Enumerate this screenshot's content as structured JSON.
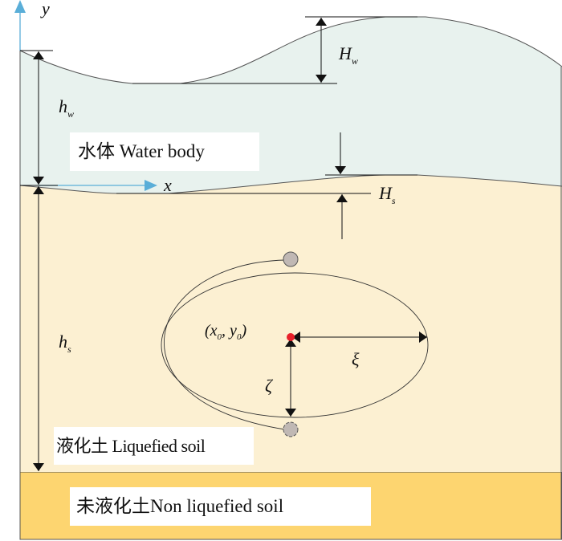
{
  "labels": {
    "water_body": "水体 Water body",
    "liquefied_soil": "液化土 Liquefied soil",
    "non_liquefied_soil": "未液化土Non liquefied soil"
  },
  "symbols": {
    "y_axis": "y",
    "x_axis": "x",
    "H_w": "H",
    "H_w_sub": "w",
    "h_w": "h",
    "h_w_sub": "w",
    "H_s": "H",
    "H_s_sub": "s",
    "h_s": "h",
    "h_s_sub": "s",
    "center_open": "(x",
    "center_sub0": "0",
    "center_mid": ", y",
    "center_close": ")",
    "xi": "ξ",
    "zeta": "ζ"
  },
  "colors": {
    "water": "#e8f2ee",
    "liquefied": "#fcf0d2",
    "non_liquefied": "#fdd570",
    "axis": "#5aaed8",
    "center_dot": "#e8202a",
    "particle": "#c0b8b4"
  }
}
